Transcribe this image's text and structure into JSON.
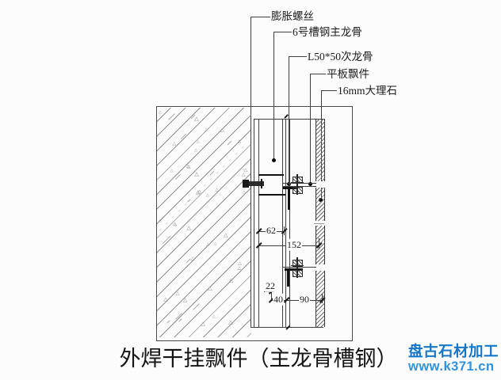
{
  "callouts": [
    {
      "id": "expansion-screw",
      "text": "膨胀螺丝"
    },
    {
      "id": "main-keel-channel",
      "text": "6号槽钢主龙骨"
    },
    {
      "id": "secondary-keel-angle",
      "text": "L50*50次龙骨"
    },
    {
      "id": "flat-plate-piece",
      "text": "平板飘件"
    },
    {
      "id": "marble-16mm",
      "text": "16mm大理石"
    }
  ],
  "dimensions": {
    "wall_to_angle": "62",
    "wall_to_stone": "152",
    "drop": "22",
    "gap_small": "40",
    "gap_large": "90"
  },
  "title": "外焊干挂飘件（主龙骨槽钢）",
  "brand": {
    "name": "盘古石材加工",
    "url": "www.k371.cn"
  },
  "colors": {
    "line": "#3f3f3f",
    "bold_line": "#121212",
    "brand_blue": "#1577c9",
    "brand_blue_light": "#2d93de"
  }
}
